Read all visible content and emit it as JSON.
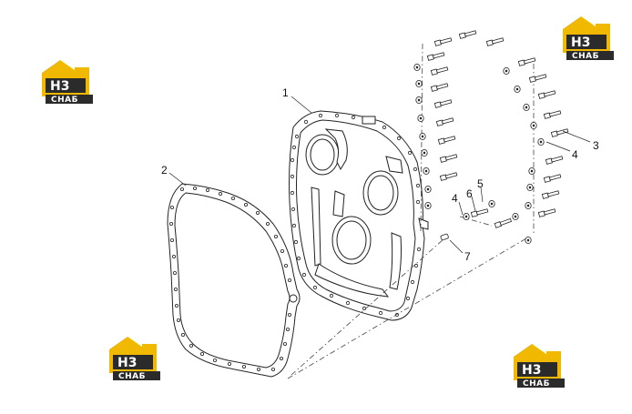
{
  "brand": {
    "mark": "H3",
    "name": "СНАБ",
    "colors": {
      "yellow": "#f1b800",
      "dark": "#2b2b2b"
    }
  },
  "callouts": [
    "1",
    "2",
    "3",
    "4",
    "4",
    "5",
    "6",
    "7"
  ],
  "colors": {
    "line": "#222222",
    "background": "#ffffff"
  }
}
